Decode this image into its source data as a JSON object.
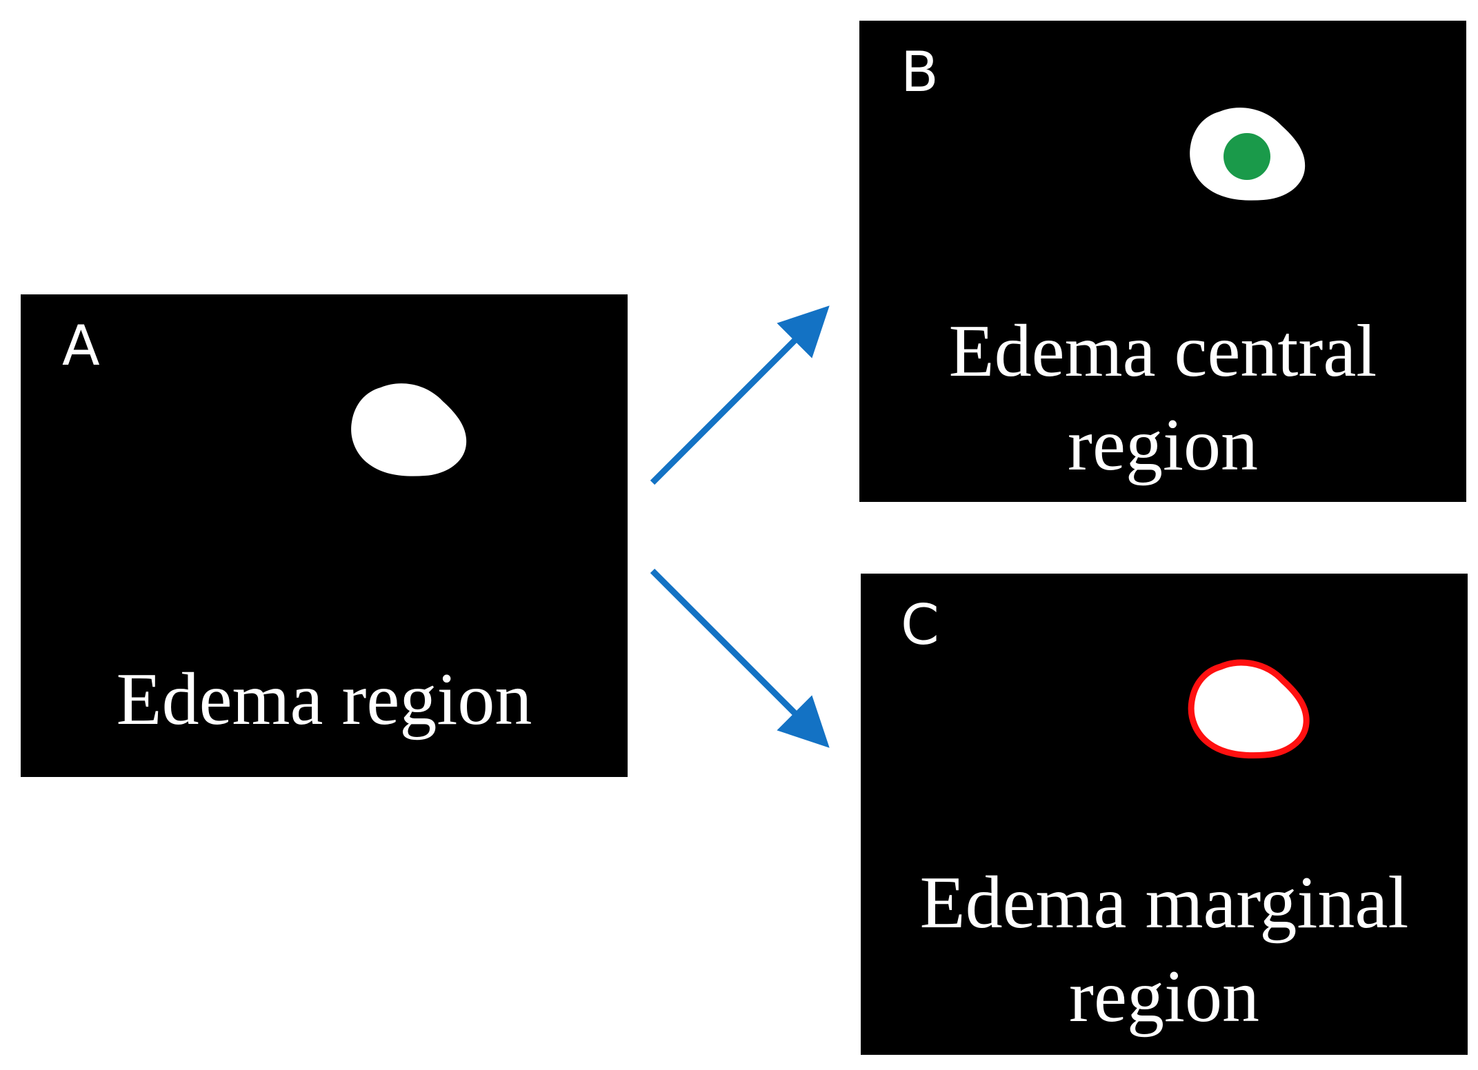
{
  "panels": {
    "a": {
      "letter": "A",
      "caption": "Edema region"
    },
    "b": {
      "letter": "B",
      "caption": "Edema central region"
    },
    "c": {
      "letter": "C",
      "caption": "Edema marginal region"
    }
  },
  "colors": {
    "background": "#ffffff",
    "panel": "#000000",
    "edema_fill": "#ffffff",
    "central_marker": "#1a9a4a",
    "marginal_outline": "#ff1010",
    "arrow": "#1372c4",
    "text": "#ffffff"
  }
}
